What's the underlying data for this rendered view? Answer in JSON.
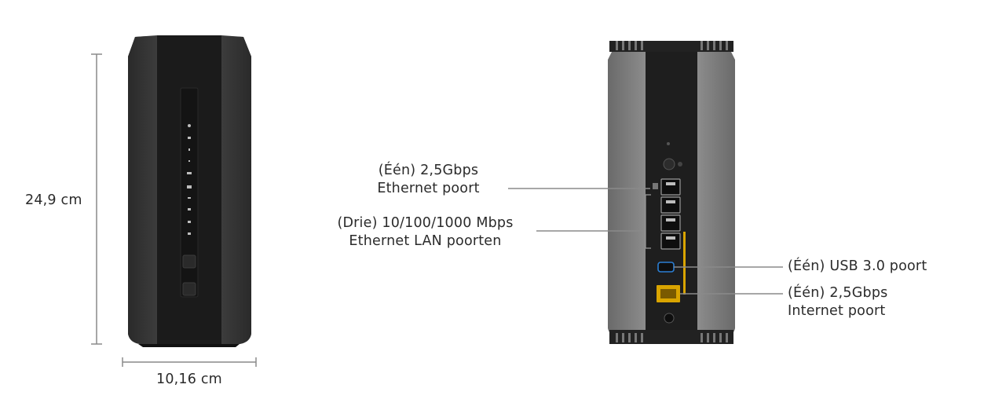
{
  "dimensions": {
    "height": "24,9 cm",
    "width": "10,16 cm"
  },
  "callouts": {
    "ethernet_2_5": {
      "line1": "(Één) 2,5Gbps",
      "line2": "Ethernet poort"
    },
    "lan_ports": {
      "line1": "(Drie) 10/100/1000 Mbps",
      "line2": "Ethernet LAN poorten"
    },
    "usb": {
      "line1": "(Één) USB 3.0 poort"
    },
    "internet": {
      "line1": "(Één) 2,5Gbps",
      "line2": "Internet poort"
    }
  },
  "colors": {
    "body_dark": "#1b1b1b",
    "body_side": "#3a3a3a",
    "back_side": "#7a7a7a",
    "internet_port": "#d9a400",
    "usb_port": "#2b7fd4",
    "line": "#8a8a8a"
  }
}
